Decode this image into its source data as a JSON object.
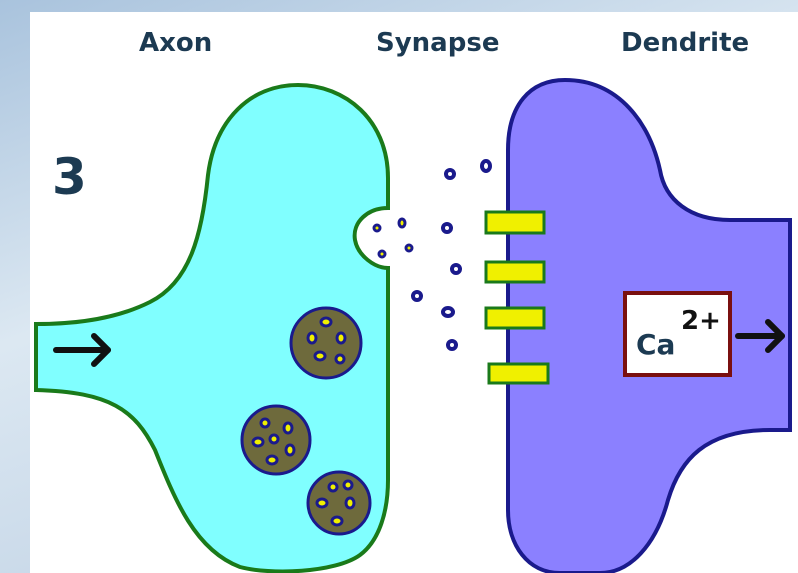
{
  "headings": {
    "axon": "Axon",
    "synapse": "Synapse",
    "dendrite": "Dendrite"
  },
  "step_number": "3",
  "calcium_box": {
    "symbol": "Ca",
    "charge": "2+"
  },
  "colors": {
    "axon_fill": "#80ffff",
    "axon_outline": "#1a7a1a",
    "dendrite_fill": "#8b80ff",
    "dendrite_outline": "#1a1a8c",
    "vesicle_fill": "#6e6a3c",
    "receptor_fill": "#f0f000",
    "calcium_box_border": "#7a1010",
    "heading_text": "#1c3a52"
  },
  "icons": [
    "right-arrow-icon"
  ]
}
